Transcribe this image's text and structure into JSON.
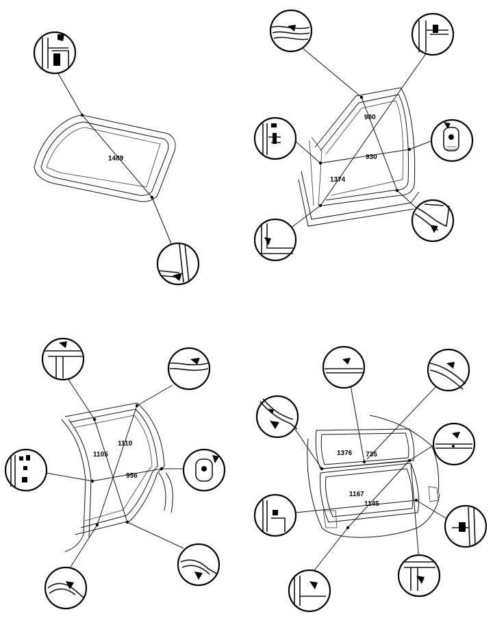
{
  "panels": [
    {
      "id": "windshield",
      "dims": [
        "1489"
      ]
    },
    {
      "id": "front-door",
      "dims": [
        "980",
        "930",
        "1374"
      ]
    },
    {
      "id": "rear-door",
      "dims": [
        "1110",
        "1105",
        "956"
      ]
    },
    {
      "id": "tailgate",
      "dims": [
        "1376",
        "735",
        "1167",
        "1145"
      ]
    }
  ]
}
